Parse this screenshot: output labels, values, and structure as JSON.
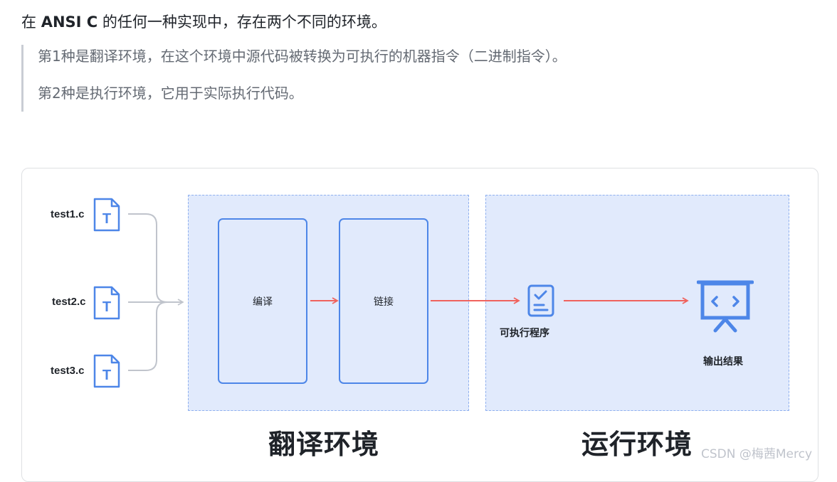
{
  "intro": {
    "prefix": "在 ",
    "bold": "ANSI C",
    "suffix": " 的任何一种实现中，存在两个不同的环境。"
  },
  "quote": {
    "line1": "第1种是翻译环境，在这个环境中源代码被转换为可执行的机器指令（二进制指令）。",
    "line2": "第2种是执行环境，它用于实际执行代码。"
  },
  "diagram": {
    "files": [
      "test1.c",
      "test2.c",
      "test3.c"
    ],
    "file_icon_glyph": "T",
    "stages": {
      "compile": "编译",
      "link": "链接"
    },
    "executable_label": "可执行程序",
    "output_label": "输出结果",
    "zone_titles": {
      "translation": "翻译环境",
      "runtime": "运行环境"
    },
    "colors": {
      "accent": "#4d86e8",
      "arrow": "#f0625d",
      "zone_fill": "#e1eafc",
      "connector": "#c0c4cc"
    }
  },
  "watermark": "CSDN @梅茜Mercy"
}
